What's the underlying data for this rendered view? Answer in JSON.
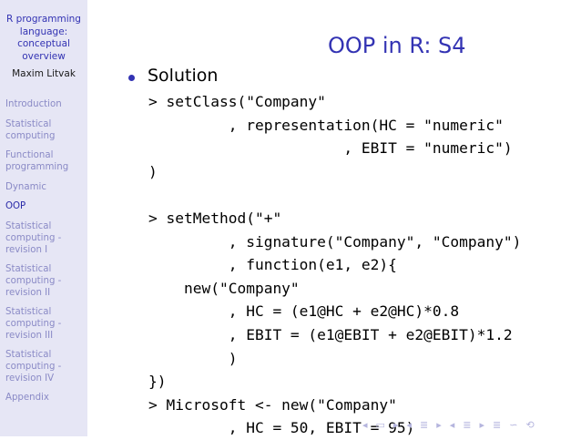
{
  "sidebar": {
    "title_lines": [
      "R programming",
      "language:",
      "conceptual",
      "overview"
    ],
    "author": "Maxim Litvak",
    "nav": [
      {
        "lines": [
          "Introduction"
        ],
        "active": false
      },
      {
        "lines": [
          "Statistical",
          "computing"
        ],
        "active": false
      },
      {
        "lines": [
          "Functional",
          "programming"
        ],
        "active": false
      },
      {
        "lines": [
          "Dynamic"
        ],
        "active": false
      },
      {
        "lines": [
          "OOP"
        ],
        "active": true
      },
      {
        "lines": [
          "Statistical",
          "computing -",
          "revision I"
        ],
        "active": false
      },
      {
        "lines": [
          "Statistical",
          "computing -",
          "revision II"
        ],
        "active": false
      },
      {
        "lines": [
          "Statistical",
          "computing -",
          "revision III"
        ],
        "active": false
      },
      {
        "lines": [
          "Statistical",
          "computing -",
          "revision IV"
        ],
        "active": false
      },
      {
        "lines": [
          "Appendix"
        ],
        "active": false
      }
    ]
  },
  "frame": {
    "title": "OOP in R: S4",
    "bullet": "Solution",
    "code_lines": [
      "> setClass(\"Company\"",
      "         , representation(HC = \"numeric\"",
      "                      , EBIT = \"numeric\")",
      ")",
      "",
      "> setMethod(\"+\"",
      "         , signature(\"Company\", \"Company\")",
      "         , function(e1, e2){",
      "    new(\"Company\"",
      "         , HC = (e1@HC + e2@HC)*0.8",
      "         , EBIT = (e1@EBIT + e2@EBIT)*1.2",
      "         )",
      "})",
      "> Microsoft <- new(\"Company\"",
      "         , HC = 50, EBIT = 95)"
    ]
  },
  "navigation_symbols": [
    {
      "name": "nav-prev-frame-icon",
      "glyph": "◂"
    },
    {
      "name": "nav-frame-icon",
      "glyph": "▭"
    },
    {
      "name": "nav-next-frame-icon",
      "glyph": "▸"
    },
    {
      "name": "nav-prev-subsection-icon",
      "glyph": "◂"
    },
    {
      "name": "nav-subsection-icon",
      "glyph": "≣"
    },
    {
      "name": "nav-next-subsection-icon",
      "glyph": "▸"
    },
    {
      "name": "nav-prev-section-icon",
      "glyph": "◂"
    },
    {
      "name": "nav-section-icon",
      "glyph": "≣"
    },
    {
      "name": "nav-next-section-icon",
      "glyph": "▸"
    },
    {
      "name": "nav-document-icon",
      "glyph": "≣"
    },
    {
      "name": "nav-search-icon",
      "glyph": "∽"
    },
    {
      "name": "nav-back-forward-icon",
      "glyph": "⟲"
    }
  ],
  "colors": {
    "sidebar_bg": "#e6e6f5",
    "accent": "#3333b3",
    "nav_inactive": "#8a8ac6",
    "nav_active": "#2a2aa8"
  }
}
